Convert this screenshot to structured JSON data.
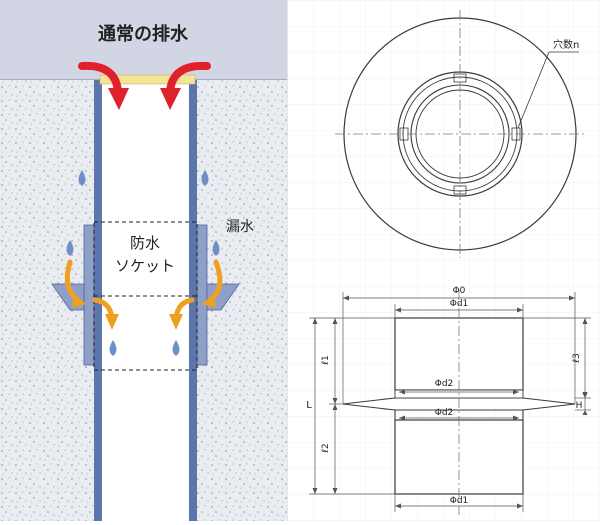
{
  "left_diagram": {
    "title_label": "通常の排水",
    "leak_label": "漏水",
    "socket_label_line1": "防水",
    "socket_label_line2": "ソケット",
    "colors": {
      "ceiling": "#d2d6e4",
      "concrete": "#e9ecf1",
      "pipe_wall": "#5b76ad",
      "arrow_red": "#e0202a",
      "arrow_orange": "#f0a020",
      "drop_blue": "#6d90c8",
      "sleeve": "#8fa0c8",
      "tape": "#f4e39a"
    }
  },
  "right_diagram": {
    "top_view": {
      "hole_label": "穴数n"
    },
    "side_view": {
      "phi0": "Φ0",
      "phid1_top": "Φd1",
      "phid2_upper": "Φd2",
      "phid2_lower": "Φd2",
      "phid1_bottom": "Φd1",
      "l1": "ℓ1",
      "l2": "ℓ2",
      "l3": "ℓ3",
      "L": "L",
      "H": "H"
    },
    "colors": {
      "line": "#3a3a3a",
      "dim_line": "#555555",
      "centerline": "#777777",
      "fill": "#ffffff",
      "grid": "#eef1f7"
    }
  }
}
